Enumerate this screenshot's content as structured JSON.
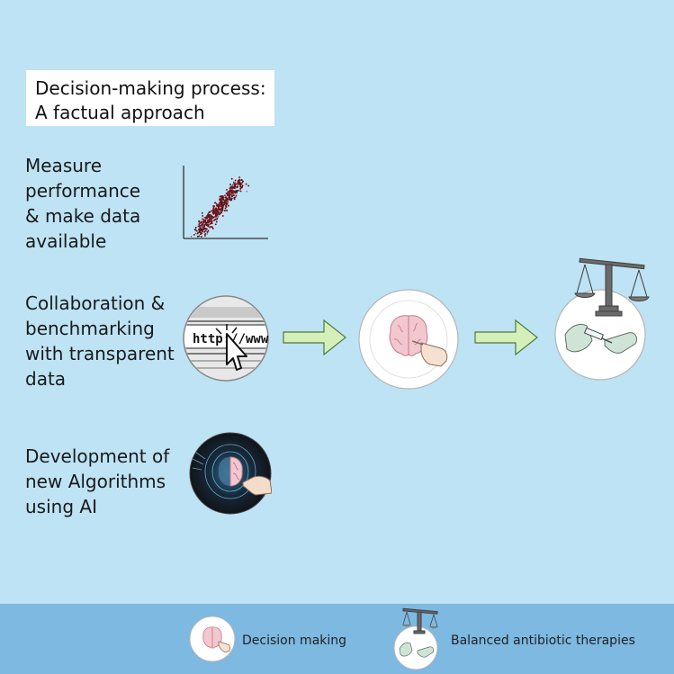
{
  "title": {
    "line1": "Decision-making process:",
    "line2": "A factual approach"
  },
  "steps": [
    {
      "lines": [
        "Measure",
        "performance",
        "& make data",
        "available"
      ],
      "icon": "scatter-plot-icon"
    },
    {
      "lines": [
        "Collaboration &",
        "benchmarking",
        "with transparent",
        "data"
      ],
      "icon": "web-browser-cursor-icon",
      "url_text": "http://www."
    },
    {
      "lines": [
        "Development of",
        "new Algorithms",
        "using AI"
      ],
      "icon": "ai-brain-icon"
    }
  ],
  "flow": {
    "arrow_icon": "arrow-right-icon",
    "decision_icon": "brain-touch-icon",
    "therapy_icon": "scale-syringe-icon"
  },
  "legend": {
    "decision_label": "Decision making",
    "therapy_label": "Balanced antibiotic therapies"
  },
  "colors": {
    "background": "#bde3f5",
    "footer": "#7db9e1",
    "arrow_fill": "#d4f0b8",
    "scatter_dots": "#7a1018"
  }
}
